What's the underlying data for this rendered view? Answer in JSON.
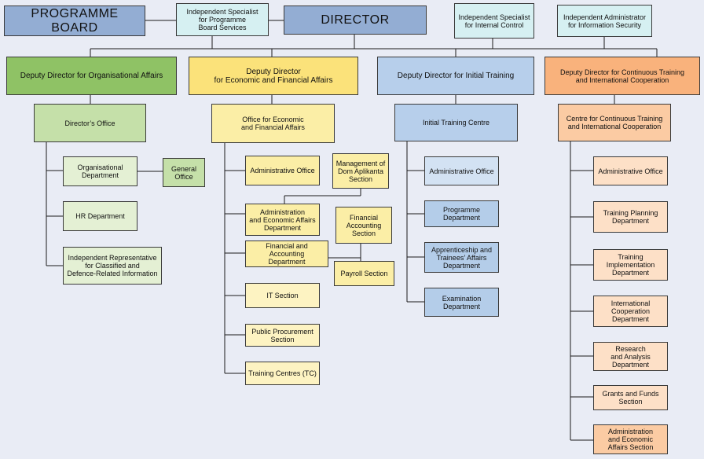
{
  "top": {
    "programme_board": "PROGRAMME BOARD",
    "specialist_board": "Independent Specialist\nfor Programme\nBoard Services",
    "director": "DIRECTOR",
    "specialist_control": "Independent Specialist\nfor Internal Control",
    "administrator_security": "Independent Administrator\nfor Information Security"
  },
  "deputies": {
    "organisational": "Deputy Director for Organisational Affairs",
    "economic": "Deputy Director\nfor Economic and Financial Affairs",
    "initial": "Deputy Director for Initial Training",
    "continuous": "Deputy Director for Continuous Training\nand International Cooperation"
  },
  "organisational": {
    "head": "Director’s Office",
    "org_dept": "Organisational\nDepartment",
    "general_office": "General\nOffice",
    "hr": "HR Department",
    "rep": "Independent Representative\nfor Classified and\nDefence-Related Information"
  },
  "economic": {
    "head": "Office for Economic\nand Financial Affairs",
    "admin_office": "Administrative Office",
    "dom": "Management of\nDom Aplikanta\nSection",
    "admin_econ": "Administration\nand Economic Affairs\nDepartment",
    "fin_acc_section": "Financial\nAccounting\nSection",
    "fin_acc_dept": "Financial and Accounting\nDepartment",
    "payroll": "Payroll Section",
    "it": "IT Section",
    "procurement": "Public Procurement\nSection",
    "training_centres": "Training Centres (TC)"
  },
  "initial": {
    "head": "Initial Training Centre",
    "admin_office": "Administrative Office",
    "programme": "Programme\nDepartment",
    "apprenticeship": "Apprenticeship and\nTrainees’ Affairs\nDepartment",
    "examination": "Examination\nDepartment"
  },
  "continuous": {
    "head": "Centre for Continuous Training\nand International Cooperation",
    "admin_office": "Administrative Office",
    "planning": "Training Planning\nDepartment",
    "implementation": "Training\nImplementation\nDepartment",
    "intl": "International\nCooperation\nDepartment",
    "research": "Research\nand Analysis\nDepartment",
    "grants": "Grants and Funds\nSection",
    "admin_econ": "Administration\nand Economic\nAffairs Section"
  }
}
